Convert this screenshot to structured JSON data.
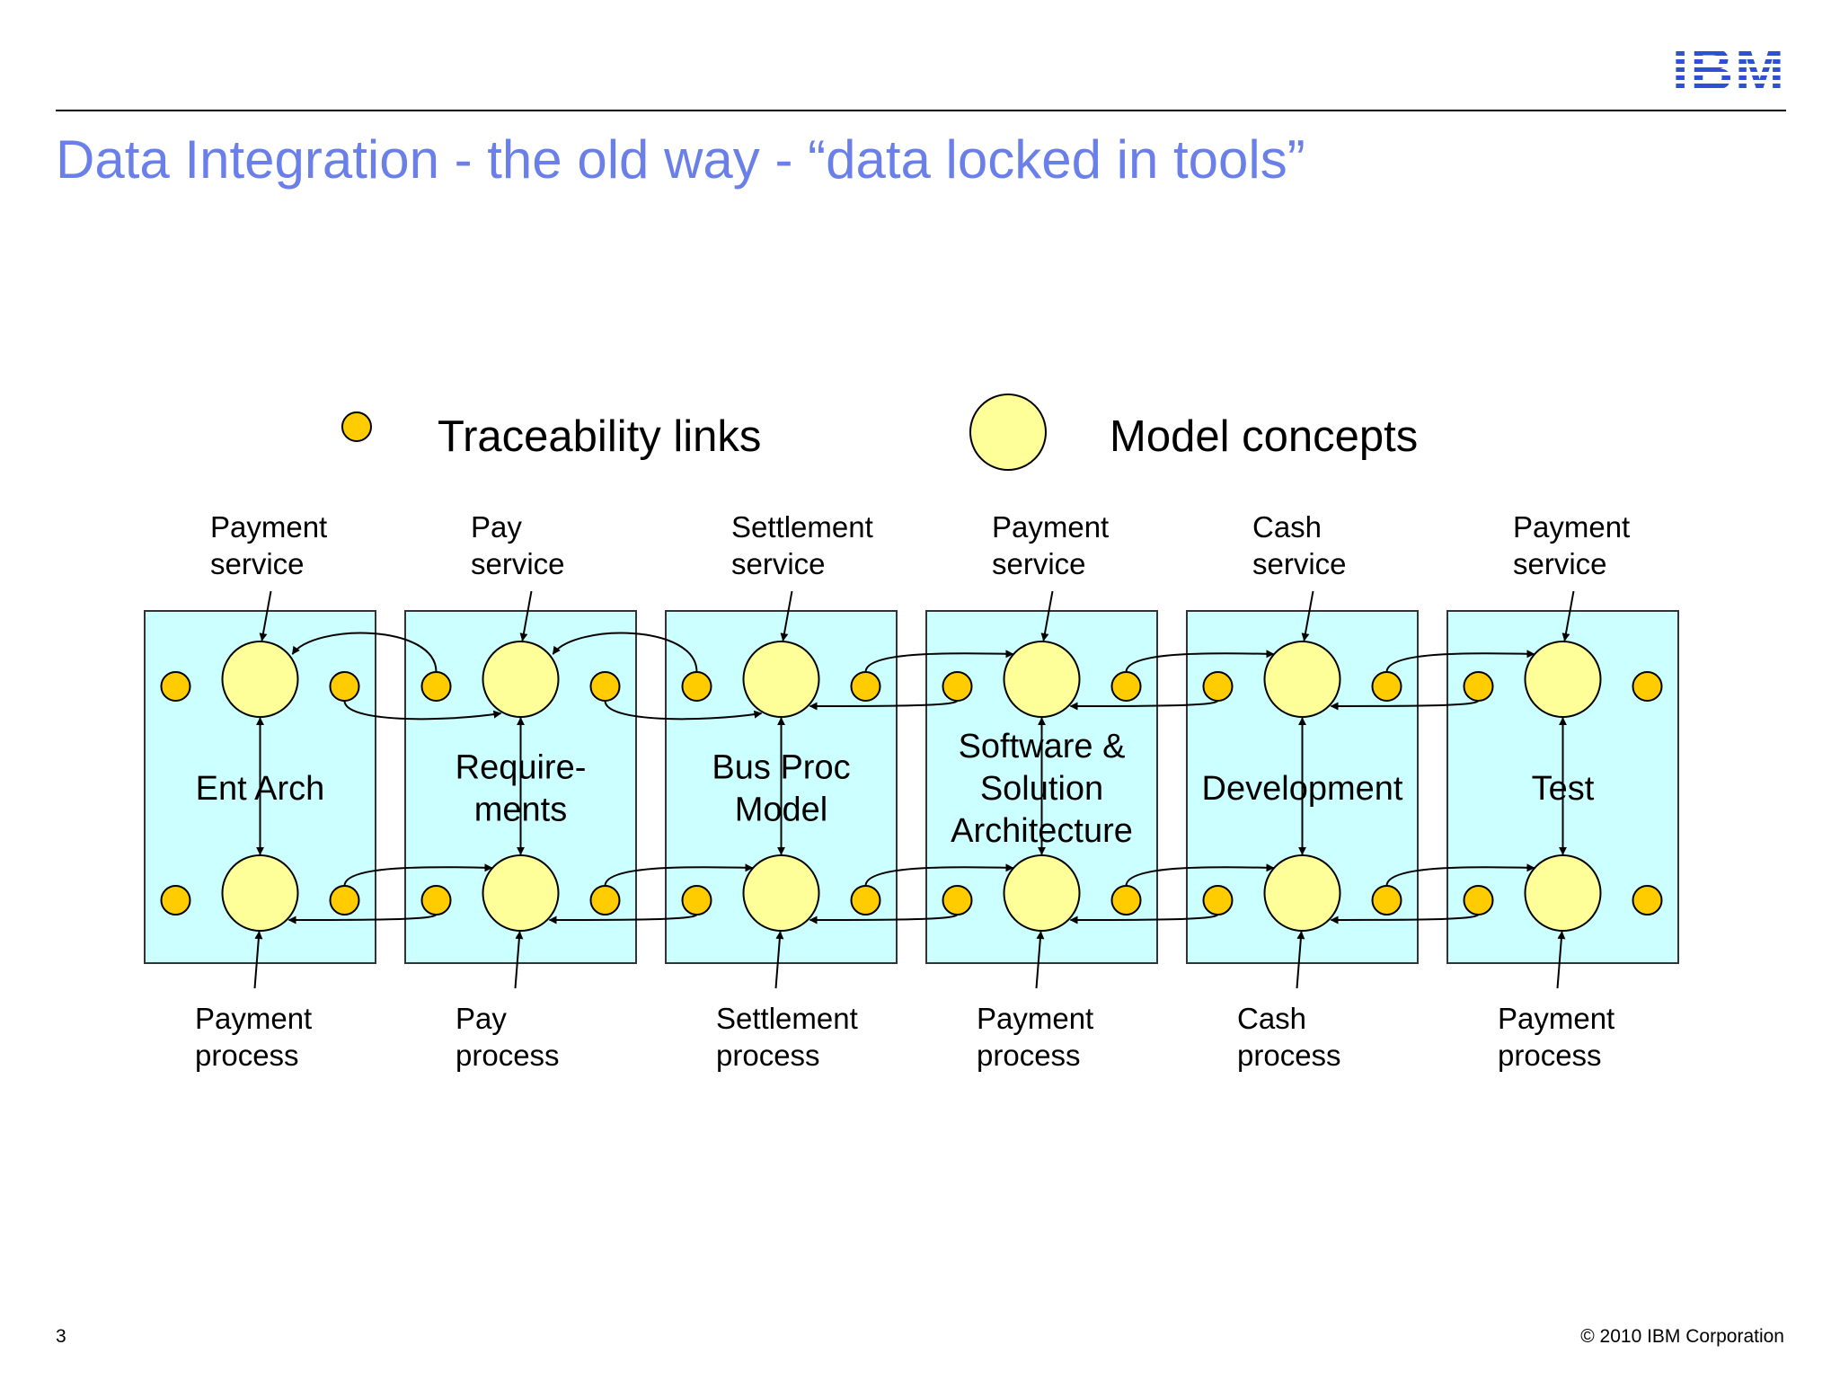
{
  "header": {
    "logo_text": "IBM",
    "title": "Data Integration - the old way - “data locked in tools”"
  },
  "legend": {
    "traceability_label": "Traceability links",
    "model_label": "Model concepts"
  },
  "colors": {
    "column_fill": "#ccffff",
    "concept_fill": "#ffff99",
    "link_fill": "#ffcc00",
    "title": "#6b7fe8",
    "logo": "#2f50d0"
  },
  "columns": [
    {
      "name": [
        "Ent Arch"
      ],
      "top_label": [
        "Payment",
        "service"
      ],
      "bottom_label": [
        "Payment",
        "process"
      ]
    },
    {
      "name": [
        "Require-",
        "ments"
      ],
      "top_label": [
        "Pay",
        "service"
      ],
      "bottom_label": [
        "Pay",
        "process"
      ]
    },
    {
      "name": [
        "Bus Proc",
        "Model"
      ],
      "top_label": [
        "Settlement",
        "service"
      ],
      "bottom_label": [
        "Settlement",
        "process"
      ]
    },
    {
      "name": [
        "Software &",
        "Solution",
        "Architecture"
      ],
      "top_label": [
        "Payment",
        "service"
      ],
      "bottom_label": [
        "Payment",
        "process"
      ]
    },
    {
      "name": [
        "Development"
      ],
      "top_label": [
        "Cash",
        "service"
      ],
      "bottom_label": [
        "Cash",
        "process"
      ]
    },
    {
      "name": [
        "Test"
      ],
      "top_label": [
        "Payment",
        "service"
      ],
      "bottom_label": [
        "Payment",
        "process"
      ]
    }
  ],
  "footer": {
    "page_number": "3",
    "copyright": "© 2010 IBM Corporation"
  }
}
